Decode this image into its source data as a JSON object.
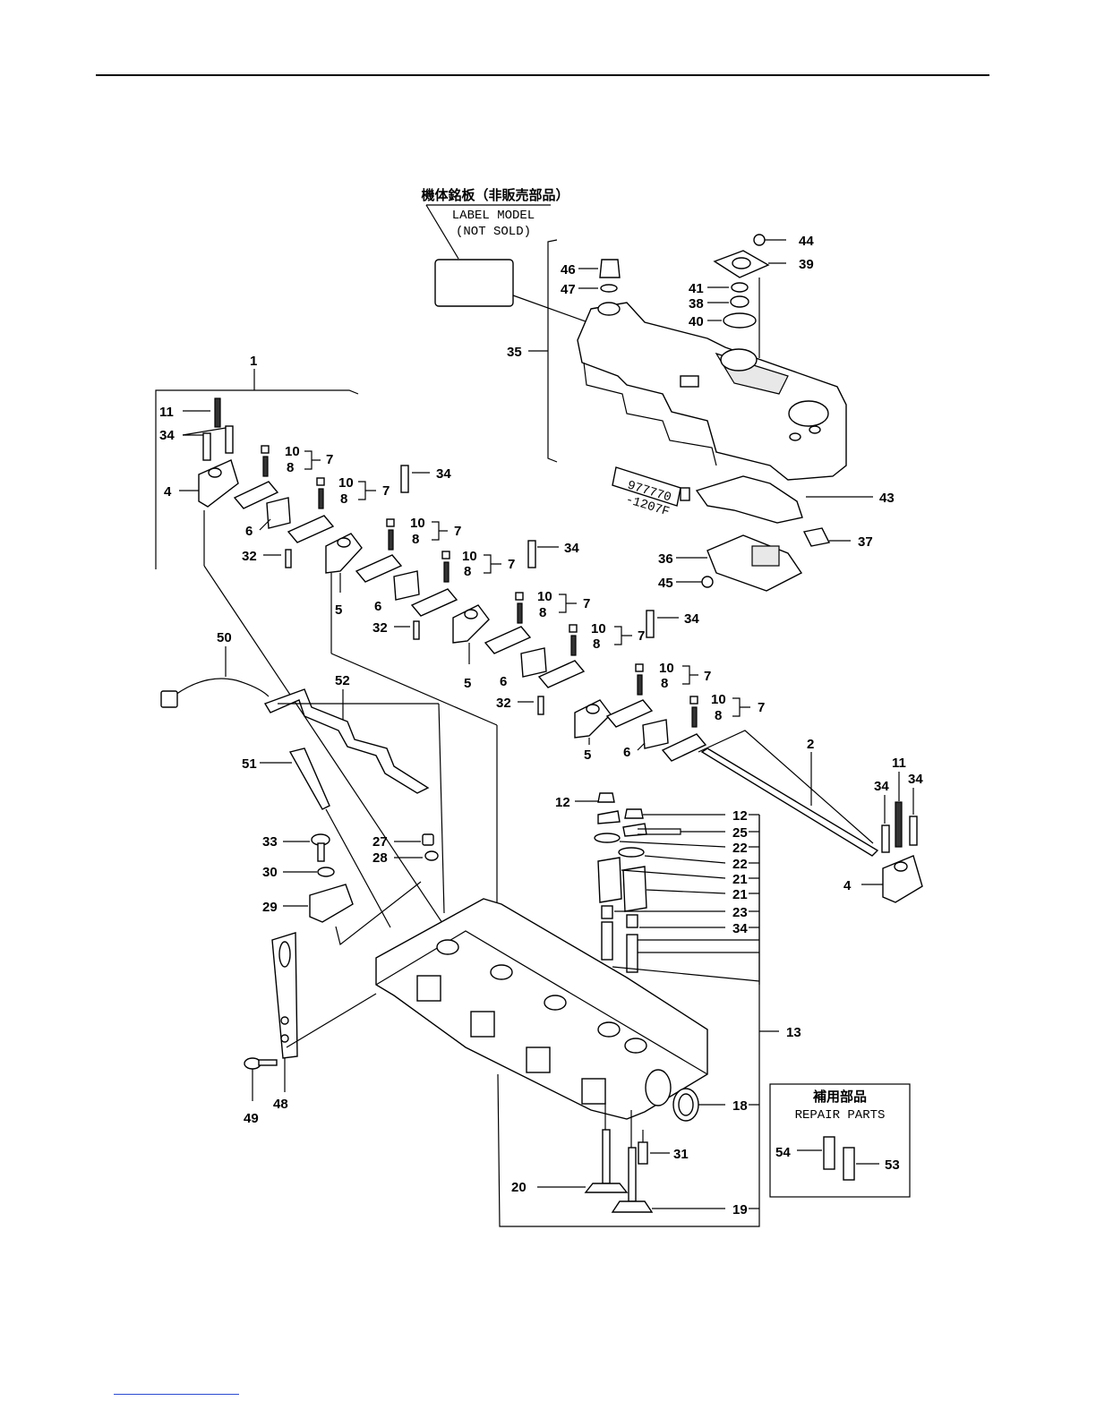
{
  "label_model": {
    "jp": "機体銘板（非販売部品）",
    "en": "LABEL MODEL",
    "note": "(NOT SOLD)"
  },
  "repair_parts": {
    "jp": "補用部品",
    "en": "REPAIR PARTS"
  },
  "sealant_tube": {
    "line1": "977770",
    "line2": "-1207F"
  },
  "callouts": {
    "c1": "1",
    "c2": "2",
    "c4a": "4",
    "c4b": "4",
    "c5a": "5",
    "c5b": "5",
    "c5c": "5",
    "c6a": "6",
    "c6b": "6",
    "c6c": "6",
    "c6d": "6",
    "c7a": "7",
    "c7b": "7",
    "c7c": "7",
    "c7d": "7",
    "c7e": "7",
    "c7f": "7",
    "c7g": "7",
    "c7h": "7",
    "c8a": "8",
    "c8b": "8",
    "c8c": "8",
    "c8d": "8",
    "c8e": "8",
    "c8f": "8",
    "c8g": "8",
    "c8h": "8",
    "c10a": "10",
    "c10b": "10",
    "c10c": "10",
    "c10d": "10",
    "c10e": "10",
    "c10f": "10",
    "c10g": "10",
    "c10h": "10",
    "c11a": "11",
    "c11b": "11",
    "c12a": "12",
    "c12b": "12",
    "c13": "13",
    "c18": "18",
    "c19": "19",
    "c20": "20",
    "c21a": "21",
    "c21b": "21",
    "c22a": "22",
    "c22b": "22",
    "c23": "23",
    "c25": "25",
    "c27": "27",
    "c28": "28",
    "c29": "29",
    "c30": "30",
    "c31": "31",
    "c32a": "32",
    "c32b": "32",
    "c32c": "32",
    "c33": "33",
    "c34a": "34",
    "c34b": "34",
    "c34c": "34",
    "c34d": "34",
    "c34e": "34",
    "c34f": "34",
    "c34g": "34",
    "c35": "35",
    "c36": "36",
    "c37": "37",
    "c38": "38",
    "c39": "39",
    "c40": "40",
    "c41": "41",
    "c43": "43",
    "c44": "44",
    "c45": "45",
    "c46": "46",
    "c47": "47",
    "c48": "48",
    "c49": "49",
    "c50": "50",
    "c51": "51",
    "c52": "52",
    "c53": "53",
    "c54": "54"
  }
}
